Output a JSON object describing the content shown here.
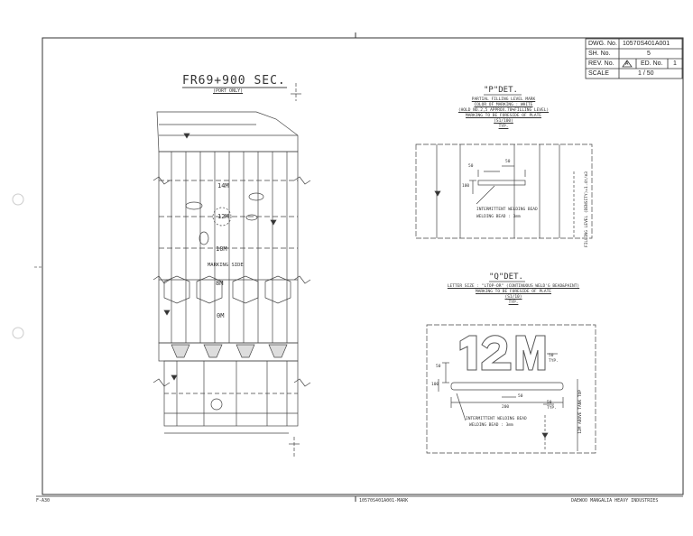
{
  "title_block": {
    "dwg_no_label": "DWG. No.",
    "dwg_no_value": "10570S401A001",
    "sh_no_label": "SH. No.",
    "sh_no_value": "5",
    "rev_no_label": "REV. No.",
    "rev_symbol": "A",
    "ed_no_label": "ED. No.",
    "ed_no_value": "1",
    "scale_label": "SCALE",
    "scale_value": "1 / 50"
  },
  "section": {
    "title": "FR69+900 SEC.",
    "subtitle": "(PORT ONLY)",
    "marking_side": "MARKING SIDE",
    "marks": [
      "14M",
      "12M",
      "10M",
      "8M",
      "0M"
    ]
  },
  "p_detail": {
    "title": "\"P\"DET.",
    "notes": [
      "PARTIAL FILLING LEVEL MARK",
      "COLOR OF MARKING : WHITE",
      "(HOLD NO.2,5 APPROX.70%FILLING LEVEL)",
      "MARKING TO BE FORESIDE OF PLATE",
      "(S1/100)",
      "TYP."
    ],
    "dims": [
      "50",
      "50",
      "100"
    ],
    "weld_note_1": "INTERMITTENT WELDING BEAD",
    "weld_note_2": "WELDING BEAD : 3mm",
    "side_note": "FILLING LEVEL (DENSITY)=1.4t/m3"
  },
  "q_detail": {
    "title": "\"Q\"DET.",
    "notes": [
      "LETTER SIZE : \"LTOP-OR\" (CONTINUOUS WELD'G BEAD&PAINT)",
      "MARKING TO BE FORESIDE OF PLATE",
      "(S1/10)",
      "TYP."
    ],
    "big_mark": "12M",
    "dims": [
      "50",
      "50",
      "100",
      "50",
      "200",
      "50"
    ],
    "typ": "TYP.",
    "weld_note_1": "INTERMITTENT WELDING BEAD",
    "weld_note_2": "WELDING BEAD : 3mm",
    "side_note": "12M ABOVE TANK TOP"
  },
  "footer": {
    "left": "F-A30",
    "center": "10570S401A001-MARK",
    "right": "DAEWOO MANGALIA HEAVY INDUSTRIES"
  }
}
